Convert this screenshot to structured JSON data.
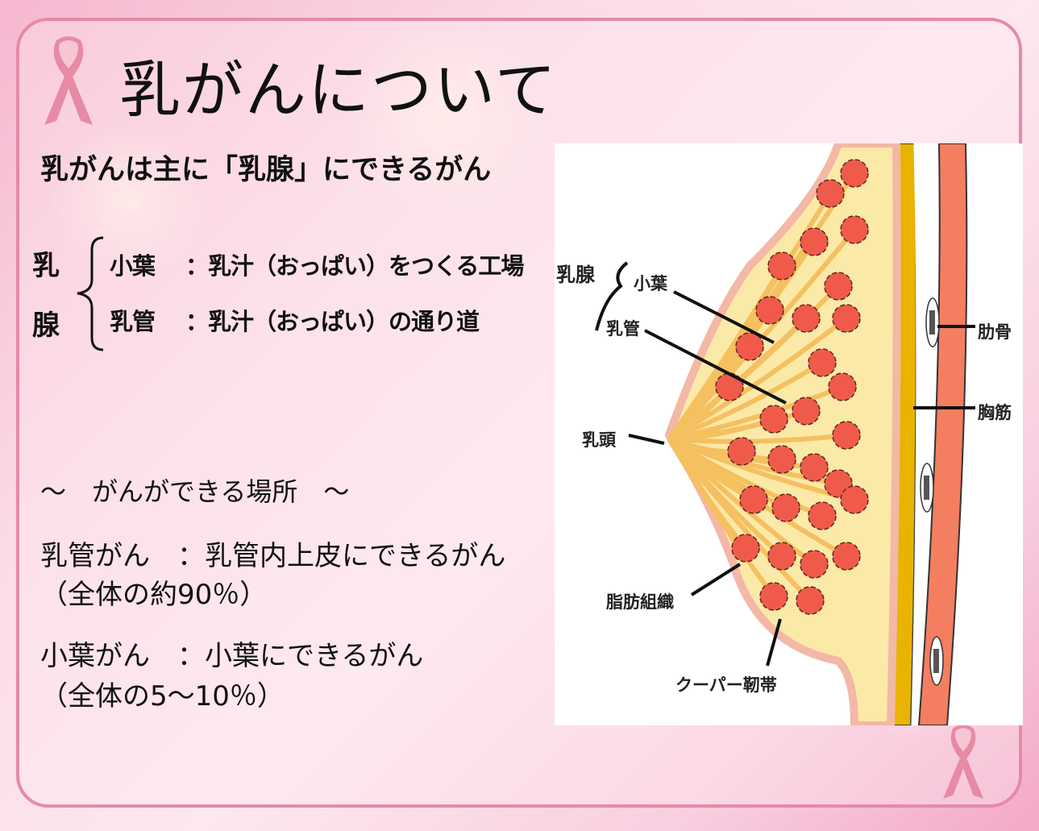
{
  "slide": {
    "title": "乳がんについて",
    "subtitle": "乳がんは主に「乳腺」にできるがん",
    "gland_group": {
      "label_top": "乳",
      "label_bottom": "腺",
      "items": [
        {
          "term": "小葉",
          "desc": "：乳汁（おっぱい）をつくる工場"
        },
        {
          "term": "乳管",
          "desc": "：乳汁（おっぱい）の通り道"
        }
      ]
    },
    "location_heading": "～　がんができる場所　～",
    "types": [
      {
        "line1": "乳管がん　：乳管内上皮にできるがん",
        "line2": "（全体の約90％）"
      },
      {
        "line1": "小葉がん　：小葉にできるがん",
        "line2": "（全体の5～10％）"
      }
    ]
  },
  "diagram": {
    "labels": {
      "mammary_gland": "乳腺",
      "lobule": "小葉",
      "duct": "乳管",
      "nipple": "乳頭",
      "fat": "脂肪組織",
      "cooper": "クーパー靭帯",
      "rib": "肋骨",
      "pectoral": "胸筋"
    }
  },
  "colors": {
    "frame": "#e58aa9",
    "ribbon": "#e68aa6",
    "lobule": "#f05a4a",
    "fat": "#fbe9a8",
    "muscle": "#f47e60"
  }
}
